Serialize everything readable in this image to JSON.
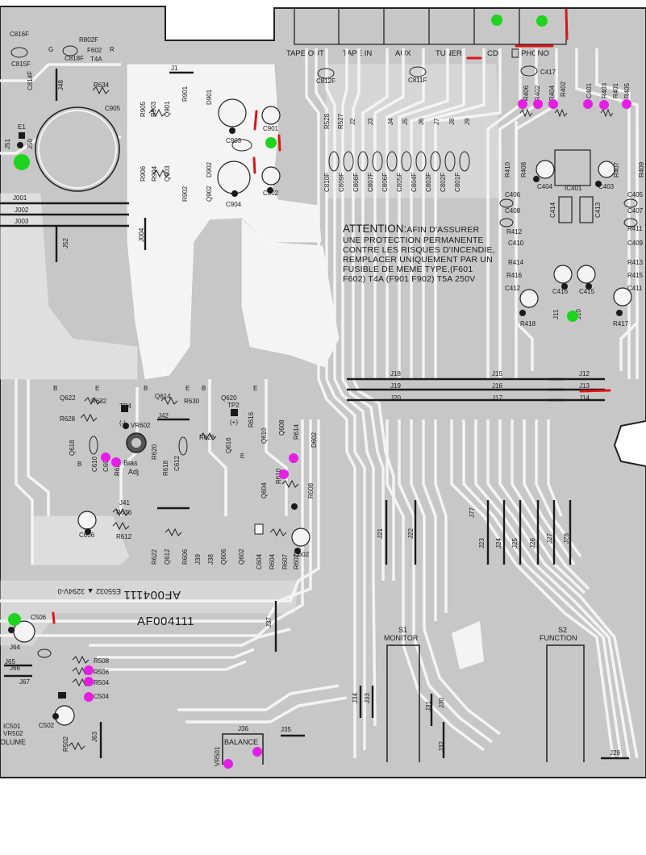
{
  "colors": {
    "board": "#c7c7c7",
    "trace": "#f4f4f4",
    "ink": "#1a1a1a",
    "green_marker": "#1ed41e",
    "magenta_marker": "#e51ee5",
    "red_marker": "#e01414"
  },
  "jacks": [
    "TAPE OUT",
    "TAPE IN",
    "AUX",
    "TUNER",
    "CD",
    "PHONO"
  ],
  "warning": {
    "head": "ATTENTION:",
    "line1": "AFIN D'ASSURER",
    "lines": [
      "UNE PROTECTION PERMANENTE",
      "CONTRE LES RISQUES D'INCENDIE,",
      "REMPLACER UNIQUEMENT PAR UN",
      "FUSIBLE DE MEME TYPE,(F601",
      "F602) T4A (F901 F902) T5A 250V"
    ]
  },
  "board_code": "AF004111",
  "board_code_mirror": "AF004111",
  "mirror_code": "E55032 ▲ 3294V-0",
  "switches": {
    "s1_ref": "S1",
    "s1_name": "MONITOR",
    "s2_ref": "S2",
    "s2_name": "FUNCTION"
  },
  "controls": {
    "balance": "BALANCE",
    "volume": "OLUME",
    "bias": "Bias",
    "adj": "Adj",
    "tp4": "TP4",
    "tp2": "TP2",
    "vr602": "VR602",
    "minus": "(-)",
    "plus": "(+)",
    "f602_fuse": "F602",
    "f602_rating": "T4A",
    "ic401": "IC401",
    "ic501": "IC501",
    "vr502": "VR502",
    "vr501": "VR501",
    "g": "G",
    "r": "R",
    "b1": "B",
    "e1": "E",
    "b2": "B",
    "e2": "E",
    "b3": "B",
    "e3": "E",
    "b4": "B",
    "e4": "E"
  },
  "components": {
    "c816f": "C816F",
    "c815f": "C815F",
    "c818f": "C818F",
    "r802f": "R802F",
    "c814f": "C814F",
    "j48": "J48",
    "r634": "R634",
    "c905": "C905",
    "j1": "J1",
    "r905": "R905",
    "r903": "R903",
    "q901": "Q901",
    "r901": "R901",
    "d901": "D901",
    "c901": "C901",
    "c903": "C903",
    "r906": "R906",
    "r904": "R904",
    "q903": "Q903",
    "r902": "R902",
    "d902": "D902",
    "q902": "Q902",
    "c904": "C904",
    "c902": "C902",
    "j51": "J51",
    "e1": "E1",
    "j50": "J50",
    "j001": "J001",
    "j002": "J002",
    "j003": "J003",
    "j52": "J52",
    "j004": "J004",
    "c812f": "C812F",
    "c811f": "C811F",
    "r528": "R528",
    "r527": "R527",
    "j2": "J2",
    "j3": "J3",
    "j4": "J4",
    "j5": "J5",
    "j6": "J6",
    "j7": "J7",
    "j8": "J8",
    "j9": "J9",
    "c810f": "C810F",
    "c809f": "C809F",
    "c808f": "C808F",
    "c807f": "C807F",
    "c806f": "C806F",
    "c805f": "C805F",
    "c804f": "C804F",
    "c803f": "C803F",
    "c802f": "C802F",
    "c801f": "C801F",
    "c417": "C417",
    "r406": "R406",
    "r402": "R402",
    "r404": "R404",
    "r402b": "R402",
    "c401": "C401",
    "r403": "R403",
    "r401": "R401",
    "r405": "R405",
    "r410": "R410",
    "r408": "R408",
    "c404": "C404",
    "c403": "C403",
    "r407": "R407",
    "r409": "R409",
    "c406": "C406",
    "c405": "C405",
    "c408": "C408",
    "c414": "C414",
    "c413": "C413",
    "c407": "C407",
    "r412": "R412",
    "r411": "R411",
    "c410": "C410",
    "c409": "C409",
    "r414": "R414",
    "r413": "R413",
    "r416": "R416",
    "r415": "R415",
    "c412": "C412",
    "c416": "C416",
    "c415": "C415",
    "c411": "C411",
    "r418": "R418",
    "j11": "J11",
    "j10": "J10",
    "r417": "R417",
    "j18": "J18",
    "j15": "J15",
    "j12": "J12",
    "j19": "J19",
    "j16": "J16",
    "j13": "J13",
    "j20": "J20",
    "j17": "J17",
    "j14": "J14",
    "q622": "Q622",
    "r632": "R632",
    "q614": "Q614",
    "r630": "R630",
    "q620": "Q620",
    "r628": "R628",
    "j42": "J42",
    "r626": "R626",
    "r616": "R616",
    "q618": "Q618",
    "c610": "C610",
    "c608": "C608",
    "r624": "R624",
    "r620": "R620",
    "r618": "R618",
    "c612": "C612",
    "q616": "Q616",
    "q610": "Q610",
    "q608": "Q608",
    "r614": "R614",
    "d602": "D602",
    "q604": "Q604",
    "r610": "R610",
    "r608": "R608",
    "j41": "J41",
    "r636": "R636",
    "r612": "R612",
    "c606": "C606",
    "r622": "R622",
    "q612": "Q612",
    "r606": "R606",
    "j39": "J39",
    "j38": "J38",
    "q606": "Q606",
    "q602": "Q602",
    "c604": "C604",
    "r604": "R604",
    "r607": "R607",
    "r602": "R602",
    "c602": "C602",
    "j21": "J21",
    "j22": "J22",
    "j77": "J77",
    "j23": "J23",
    "j24": "J24",
    "j25": "J25",
    "j26": "J26",
    "j27": "J27",
    "j28": "J28",
    "c506": "C506",
    "j37": "J37",
    "j64": "J64",
    "j65": "J65",
    "j66": "J66",
    "j67": "J67",
    "r508": "R508",
    "r506": "R506",
    "r504": "R504",
    "c504": "C504",
    "c502": "C502",
    "r502": "R502",
    "j63": "J63",
    "j36": "J36",
    "j35": "J35",
    "j34": "J34",
    "j33": "J33",
    "j31": "J31",
    "j30": "J30",
    "j32": "J32",
    "j29": "J29"
  }
}
